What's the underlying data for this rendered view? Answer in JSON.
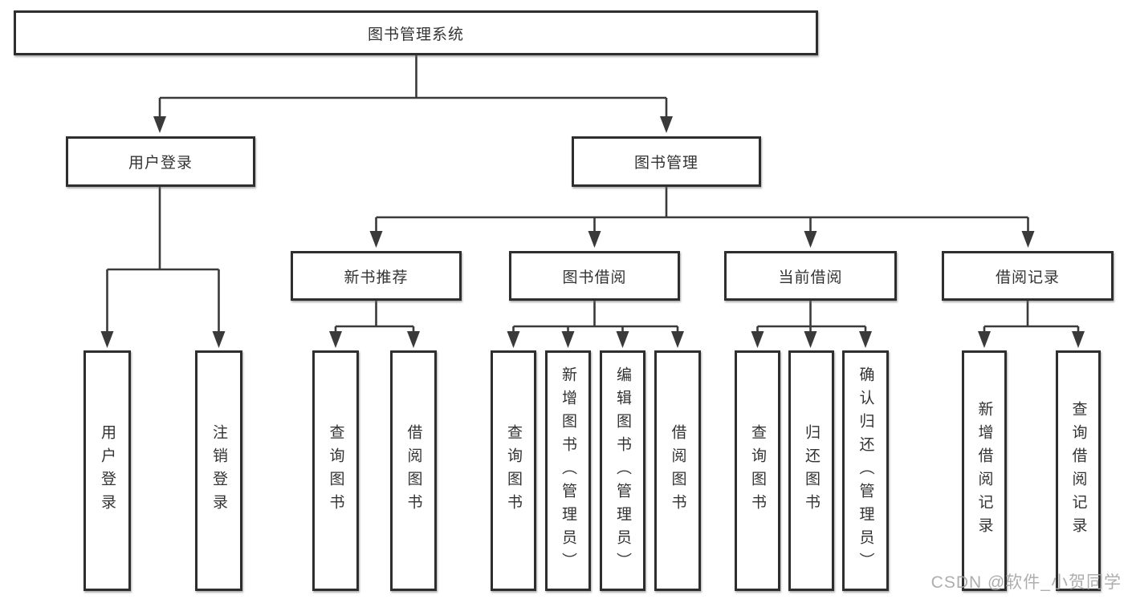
{
  "tree": {
    "label": "图书管理系统",
    "children": [
      {
        "label": "用户登录",
        "children": [
          {
            "label": "用户登录"
          },
          {
            "label": "注销登录"
          }
        ]
      },
      {
        "label": "图书管理",
        "children": [
          {
            "label": "新书推荐",
            "children": [
              {
                "label": "查询图书"
              },
              {
                "label": "借阅图书"
              }
            ]
          },
          {
            "label": "图书借阅",
            "children": [
              {
                "label": "查询图书"
              },
              {
                "label": "新增图书（管理员）"
              },
              {
                "label": "编辑图书（管理员）"
              },
              {
                "label": "借阅图书"
              }
            ]
          },
          {
            "label": "当前借阅",
            "children": [
              {
                "label": "查询图书"
              },
              {
                "label": "归还图书"
              },
              {
                "label": "确认归还（管理员）"
              }
            ]
          },
          {
            "label": "借阅记录",
            "children": [
              {
                "label": "新增借阅记录"
              },
              {
                "label": "查询借阅记录"
              }
            ]
          }
        ]
      }
    ]
  },
  "watermark": {
    "text": "CSDN @软件_小贺同学"
  },
  "colors": {
    "background": "#ffffff",
    "box_fill": "#ffffff",
    "box_border": "#2e2e2e",
    "line": "#3a3a3a",
    "text": "#333333",
    "watermark": "#a5a5a5"
  }
}
